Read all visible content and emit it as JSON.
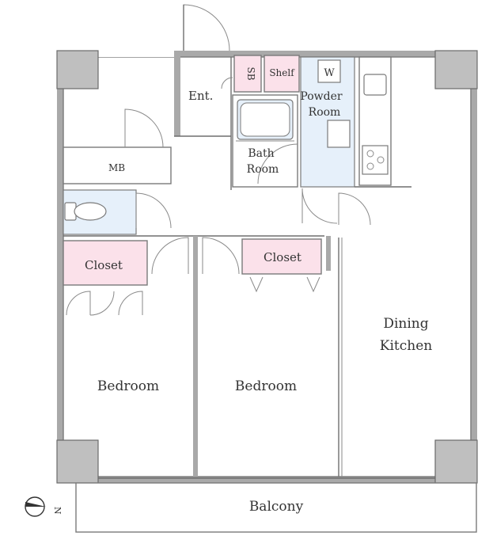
{
  "rooms": {
    "entrance": "Ent.",
    "meter_box": "MB",
    "shoe_box": "SB",
    "shelf": "Shelf",
    "washer": "W",
    "powder_room_line1": "Powder",
    "powder_room_line2": "Room",
    "bath_line1": "Bath",
    "bath_line2": "Room",
    "closet_left": "Closet",
    "closet_middle": "Closet",
    "bedroom_left": "Bedroom",
    "bedroom_middle": "Bedroom",
    "dining_line1": "Dining",
    "dining_line2": "Kitchen",
    "balcony": "Balcony"
  },
  "compass": {
    "direction": "N"
  },
  "colors": {
    "closet": "#fbe1ea",
    "wet_area": "#e6f0fa",
    "wall": "#a9a9a9"
  }
}
